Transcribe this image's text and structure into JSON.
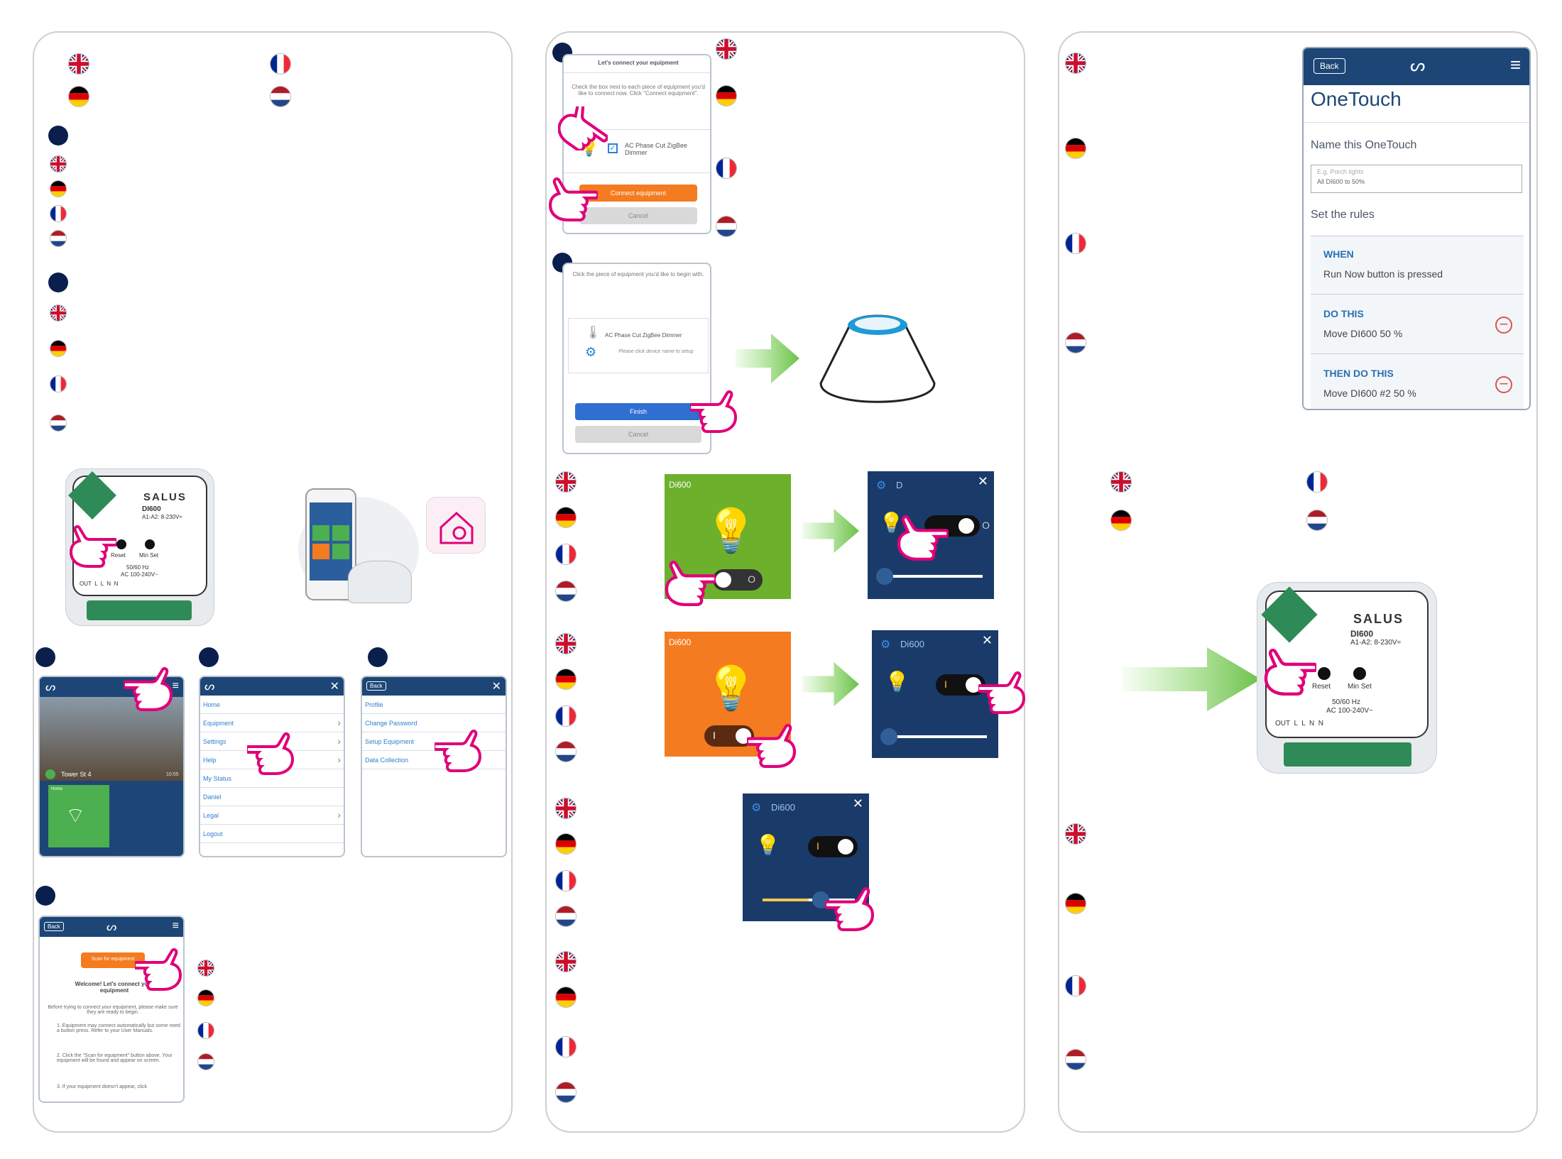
{
  "step3": {
    "title": "Let's connect your equipment",
    "instructions": "Check the box next to each piece of equipment you'd like to connect now. Click \"Connect equipment\".",
    "device": "AC Phase Cut ZigBee Dimmer",
    "connect_button": "Connect equipment",
    "cancel_button": "Cancel"
  },
  "step4": {
    "instructions": "Click the piece of equipment you'd like to begin with.",
    "device": "AC Phase Cut ZigBee Dimmer",
    "device_hint": "Please click device name to setup",
    "finish_button": "Finish",
    "cancel_button": "Cancel"
  },
  "device_label": {
    "brand": "SALUS",
    "model": "DI600",
    "rating": "A1-A2: 8-230V≈",
    "reset": "Reset",
    "min_set": "Min Set",
    "freq": "50/60 Hz",
    "voltage": "AC 100-240V~",
    "terminals": "OUT  L  L  N  N"
  },
  "menu_screen": {
    "items": [
      "Home",
      "Equipment",
      "Settings",
      "Help",
      "My Status",
      "Daniel",
      "Legal",
      "Logout"
    ]
  },
  "settings_screen": {
    "back": "Back",
    "items": [
      "Profile",
      "Change Password",
      "Setup Equipment",
      "Data Collection"
    ]
  },
  "home_screen": {
    "location": "Tower St 4",
    "time": "10:55",
    "tile": "Home"
  },
  "scan_screen": {
    "back": "Back",
    "scan_button": "Scan for equipment",
    "heading": "Welcome! Let's connect your equipment",
    "intro": "Before trying to connect your equipment, please make sure they are ready to begin.",
    "step1": "1. Equipment may connect automatically but some need a button press. Refer to your User Manuals.",
    "step2": "2. Click the \"Scan for equipment\" button above. Your equipment will be found and appear on screen.",
    "step3": "3. If your equipment doesn't appear, click"
  },
  "dimmer_tiles": {
    "green_tile": "Di600",
    "orange_tile": "Di600",
    "popup1_title": "D",
    "popup2_title": "Di600",
    "popup3_title": "Di600",
    "toggle_on": "I",
    "toggle_off": "O"
  },
  "onetouch": {
    "back": "Back",
    "title": "OneTouch",
    "name_label": "Name this OneTouch",
    "name_placeholder": "E.g. Porch lights",
    "name_value": "All DI600 to 50%",
    "rules_label": "Set the rules",
    "when_head": "WHEN",
    "when_text": "Run Now button is pressed",
    "do_head": "DO THIS",
    "do_text": "Move DI600 50 %",
    "then_head": "THEN DO THIS",
    "then_text": "Move DI600 #2  50 %"
  },
  "colors": {
    "navy": "#0b1f4d",
    "app_blue": "#1d4677",
    "orange": "#f47b20",
    "green_tile": "#6cb02c",
    "arrow_green": "#7ed957",
    "hand_pink": "#e0007a"
  }
}
